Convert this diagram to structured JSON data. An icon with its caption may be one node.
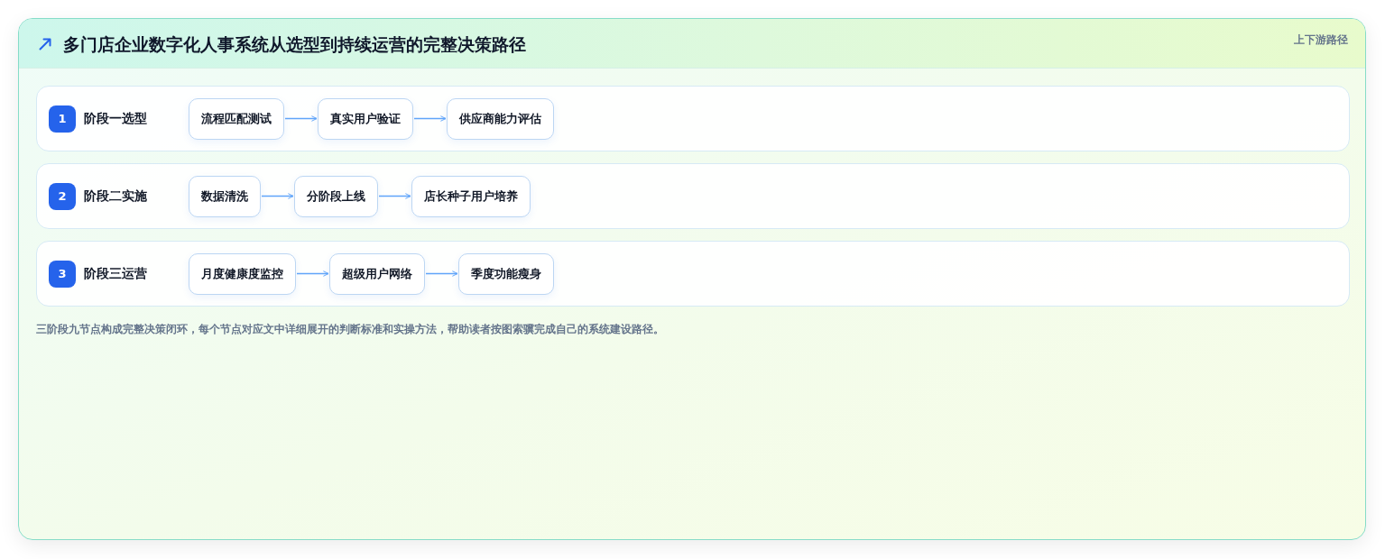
{
  "diagram": {
    "title": "多门店企业数字化人事系统从选型到持续运营的完整决策路径",
    "nodes": [
      {
        "text": [
          "1",
          "阶段一选型"
        ]
      },
      {
        "text": [
          "流程匹配测试"
        ],
        "in": 0
      },
      {
        "text": [
          "真实用户验证"
        ],
        "in": 0
      },
      {
        "text": [
          "供应商能力评估"
        ],
        "in": 0
      },
      {
        "text": [
          "2",
          "阶段二实施"
        ]
      },
      {
        "text": [
          "数据清洗"
        ],
        "in": 4
      },
      {
        "text": [
          "分阶段上线"
        ],
        "in": 4
      },
      {
        "text": [
          "店长种子用户培养"
        ],
        "in": 4
      },
      {
        "text": [
          "3",
          "阶段三运营"
        ]
      },
      {
        "text": [
          "月度健康度监控"
        ],
        "in": 8
      },
      {
        "text": [
          "超级用户网络"
        ],
        "in": 8
      },
      {
        "text": [
          "季度功能瘦身"
        ],
        "in": 8
      }
    ],
    "edges": [
      {
        "from": 1,
        "to": 2,
        "arrow": "to"
      },
      {
        "from": 2,
        "to": 3,
        "arrow": "to"
      },
      {
        "from": 5,
        "to": 6,
        "arrow": "to"
      },
      {
        "from": 6,
        "to": 7,
        "arrow": "to"
      },
      {
        "from": 9,
        "to": 10,
        "arrow": "to"
      },
      {
        "from": 10,
        "to": 11,
        "arrow": "to"
      }
    ],
    "labels": [
      "上下游路径"
    ],
    "caption": "三阶段九节点构成完整决策闭环，每个节点对应文中详细展开的判断标准和实操方法，帮助读者按图索骥完成自己的系统建设路径。"
  }
}
